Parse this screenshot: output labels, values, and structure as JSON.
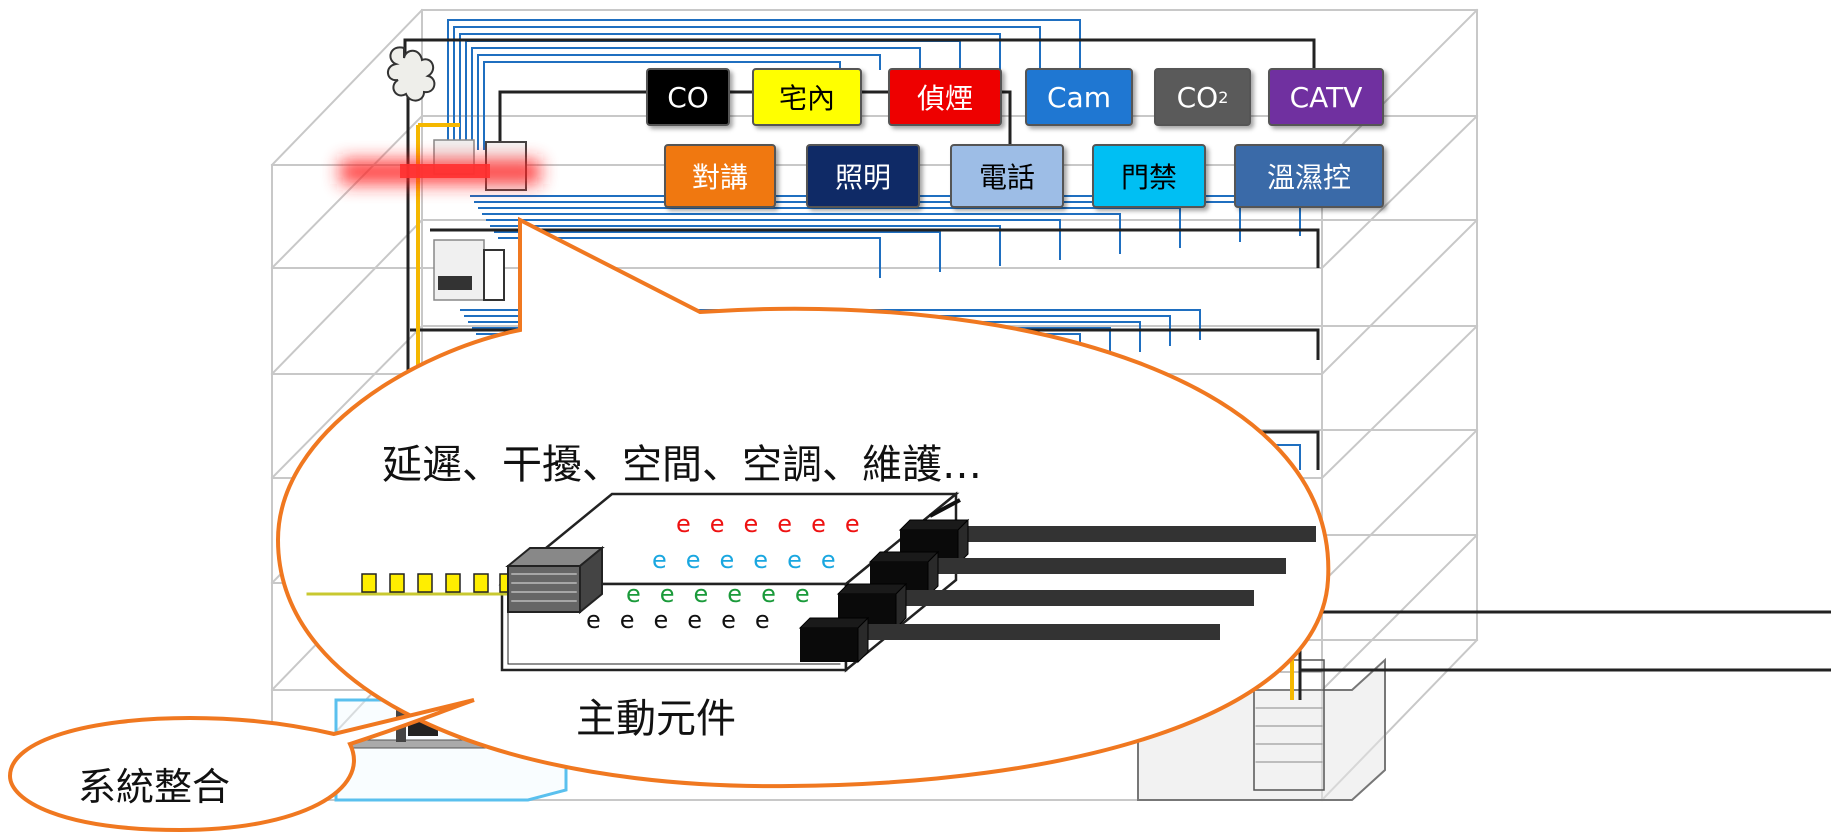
{
  "boxes": [
    {
      "label": "CO",
      "color": "#000000",
      "text_color": "#ffffff"
    },
    {
      "label": "宅內",
      "color": "#ffff00",
      "text_color": "#000000"
    },
    {
      "label": "偵煙",
      "color": "#ee0000",
      "text_color": "#ffffff"
    },
    {
      "label": "Cam",
      "color": "#1f77d2",
      "text_color": "#ffffff"
    },
    {
      "label_main": "CO",
      "label_sub": "2",
      "color": "#5a5a5a",
      "text_color": "#ffffff"
    },
    {
      "label": "CATV",
      "color": "#7030a0",
      "text_color": "#ffffff"
    },
    {
      "label": "對講",
      "color": "#f07810",
      "text_color": "#ffffff"
    },
    {
      "label": "照明",
      "color": "#0f2a66",
      "text_color": "#ffffff"
    },
    {
      "label": "電話",
      "color": "#9dbde6",
      "text_color": "#000000"
    },
    {
      "label": "門禁",
      "color": "#00bff3",
      "text_color": "#000000"
    },
    {
      "label": "溫濕控",
      "color": "#3a6aa8",
      "text_color": "#ffffff"
    }
  ],
  "bubble": {
    "issues": "延遲、干擾、空間、空調、維護…",
    "caption": "主動元件",
    "outline_color": "#f07820"
  },
  "small_bubble": {
    "label": "系統整合"
  },
  "signal_rows": [
    {
      "text": "eeeeee",
      "color": "#ee1111"
    },
    {
      "text": "eeeeee",
      "color": "#1aa7e0"
    },
    {
      "text": "eeeeee",
      "color": "#1a9a3a"
    },
    {
      "text": "eeeeee",
      "color": "#111111"
    }
  ],
  "colors": {
    "wire_blue": "#1f6fc0",
    "wire_black": "#222222",
    "wire_yellow": "#f5b800",
    "building_gray": "#c8c8c8"
  }
}
